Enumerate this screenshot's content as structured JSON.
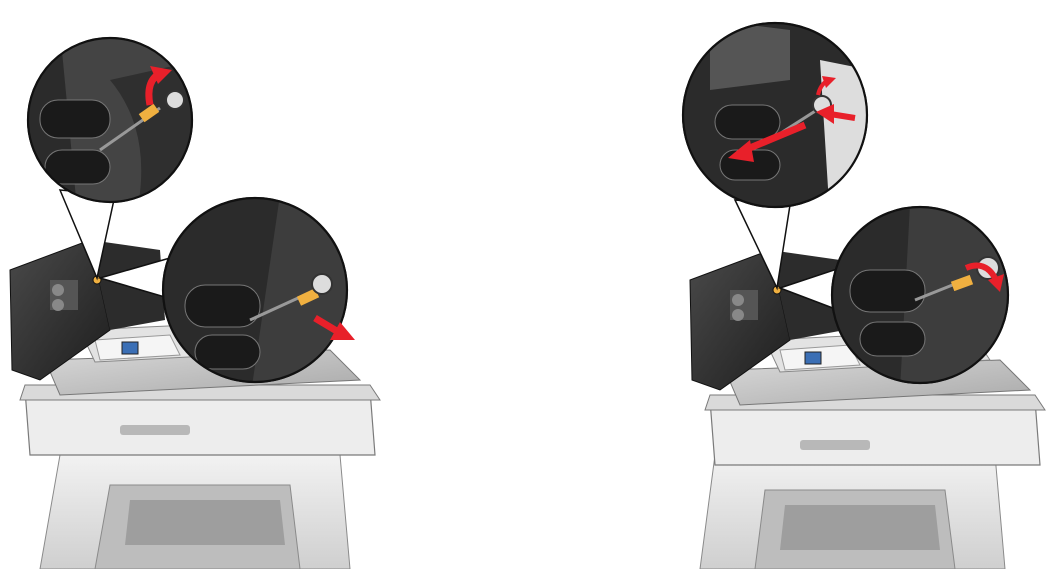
{
  "figures": [
    {
      "id": "step-1",
      "callouts": [
        {
          "arrow_color": "#e8202a",
          "arrow_direction": "up-curve"
        },
        {
          "arrow_color": "#e8202a",
          "arrow_direction": "right-down"
        }
      ]
    },
    {
      "id": "step-2",
      "callouts": [
        {
          "arrow_color": "#e8202a",
          "arrow_direction": "left-push"
        },
        {
          "arrow_color": "#e8202a",
          "arrow_direction": "right-curve"
        }
      ]
    }
  ],
  "colors": {
    "arrow": "#e8202a",
    "printer_light": "#e6e6e6",
    "printer_mid": "#c4c4c4",
    "printer_dark": "#3a3a3a",
    "roller": "#2a2a2a",
    "pin": "#f0b040"
  }
}
